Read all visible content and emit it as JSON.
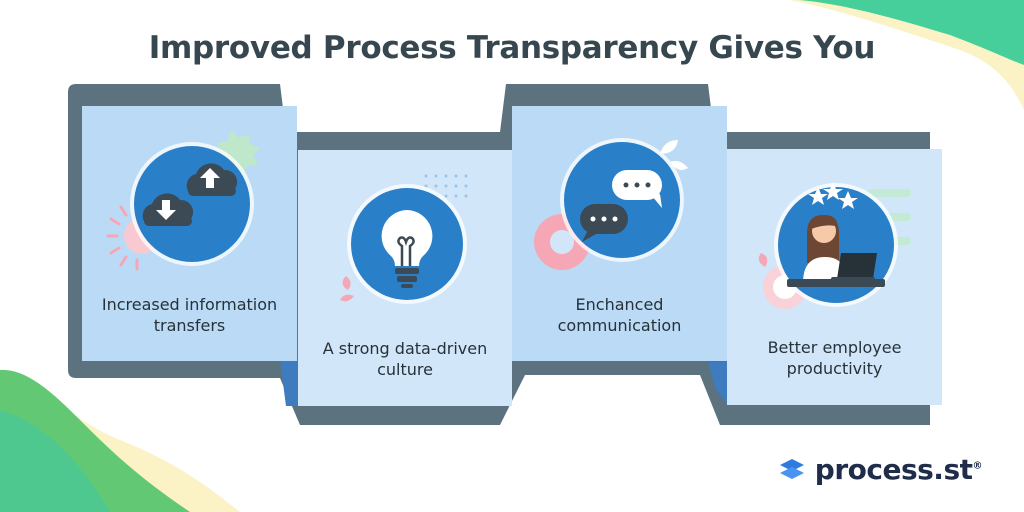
{
  "title": "Improved Process Transparency Gives You",
  "benefits": [
    {
      "label": "Increased information transfers",
      "icon": "cloud-sync-icon"
    },
    {
      "label": "A strong data-driven culture",
      "icon": "lightbulb-icon"
    },
    {
      "label": "Enchanced communication",
      "icon": "chat-bubbles-icon"
    },
    {
      "label": "Better employee productivity",
      "icon": "employee-at-laptop-icon"
    }
  ],
  "logo": {
    "name": "process",
    "suffix": "st",
    "mark": "®"
  },
  "colors": {
    "title": "#37474f",
    "card_dark": "#bbdaf6",
    "card_light": "#d2e6fa",
    "slate": "#5d727f",
    "icon_blue": "#2a80c8",
    "accent_green": "#4fc890",
    "accent_pink": "#f5a7b5"
  }
}
